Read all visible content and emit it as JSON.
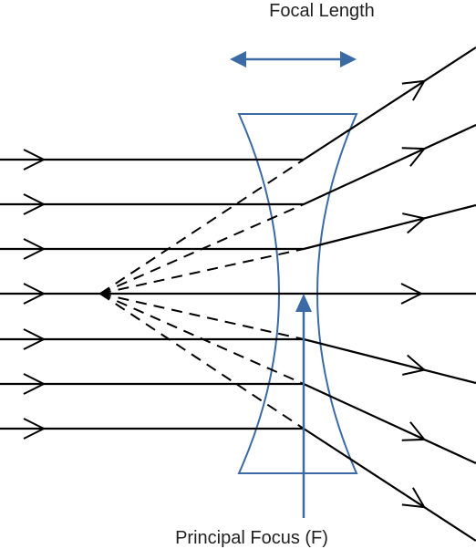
{
  "labels": {
    "focal_length": "Focal Length",
    "principal_focus": "Principal Focus (F)"
  },
  "colors": {
    "lens": "#3b6aa5",
    "ray": "#000000",
    "text": "#222222",
    "background": "#ffffff"
  },
  "rays": {
    "count": 7,
    "line_style_incident": "solid",
    "line_style_virtual": "dashed",
    "arrowhead": "open-chevron"
  },
  "icons": {
    "focal_length_marker": "double-headed-arrow-icon",
    "focus_marker": "up-arrow-icon"
  }
}
